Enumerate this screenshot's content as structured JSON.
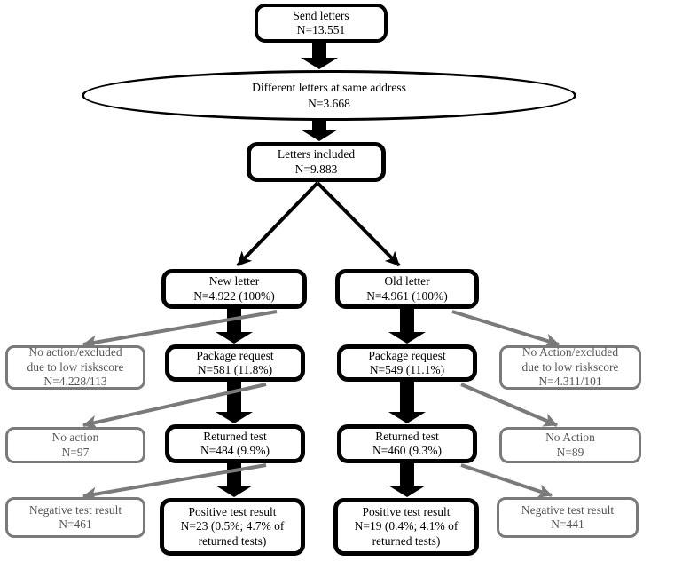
{
  "diagram": {
    "type": "flowchart",
    "colors": {
      "primary": "#000000",
      "secondary_border": "#7a7a7a",
      "secondary_text": "#555555",
      "background": "#ffffff"
    },
    "nodes": {
      "send_letters": {
        "label": "Send letters",
        "n": "N=13.551"
      },
      "different_letters": {
        "label": "Different letters at same address",
        "n": "N=3.668"
      },
      "letters_included": {
        "label": "Letters included",
        "n": "N=9.883"
      },
      "new_letter": {
        "label": "New letter",
        "n": "N=4.922 (100%)"
      },
      "old_letter": {
        "label": "Old letter",
        "n": "N=4.961 (100%)"
      },
      "new_no_action_riskscore": {
        "label": "No action/excluded due to low riskscore",
        "n": "N=4.228/113"
      },
      "old_no_action_riskscore": {
        "label": "No Action/excluded due to low riskscore",
        "n": "N=4.311/101"
      },
      "new_package_request": {
        "label": "Package request",
        "n": "N=581 (11.8%)"
      },
      "old_package_request": {
        "label": "Package request",
        "n": "N=549 (11.1%)"
      },
      "new_no_action": {
        "label": "No action",
        "n": "N=97"
      },
      "old_no_action": {
        "label": "No Action",
        "n": "N=89"
      },
      "new_returned_test": {
        "label": "Returned test",
        "n": "N=484 (9.9%)"
      },
      "old_returned_test": {
        "label": "Returned test",
        "n": "N=460 (9.3%)"
      },
      "new_positive": {
        "label": "Positive test result",
        "n": "N=23 (0.5%; 4.7% of returned tests)"
      },
      "old_positive": {
        "label": "Positive test result",
        "n": "N=19 (0.4%; 4.1% of returned tests)"
      },
      "new_negative": {
        "label": "Negative test result",
        "n": "N=461"
      },
      "old_negative": {
        "label": "Negative test result",
        "n": "N=441"
      }
    },
    "edges": [
      {
        "from": "send_letters",
        "to": "different_letters"
      },
      {
        "from": "different_letters",
        "to": "letters_included"
      },
      {
        "from": "letters_included",
        "to": "new_letter"
      },
      {
        "from": "letters_included",
        "to": "old_letter"
      },
      {
        "from": "new_letter",
        "to": "new_package_request"
      },
      {
        "from": "new_letter",
        "to": "new_no_action_riskscore"
      },
      {
        "from": "new_package_request",
        "to": "new_returned_test"
      },
      {
        "from": "new_package_request",
        "to": "new_no_action"
      },
      {
        "from": "new_returned_test",
        "to": "new_positive"
      },
      {
        "from": "new_returned_test",
        "to": "new_negative"
      },
      {
        "from": "old_letter",
        "to": "old_package_request"
      },
      {
        "from": "old_letter",
        "to": "old_no_action_riskscore"
      },
      {
        "from": "old_package_request",
        "to": "old_returned_test"
      },
      {
        "from": "old_package_request",
        "to": "old_no_action"
      },
      {
        "from": "old_returned_test",
        "to": "old_positive"
      },
      {
        "from": "old_returned_test",
        "to": "old_negative"
      }
    ]
  }
}
